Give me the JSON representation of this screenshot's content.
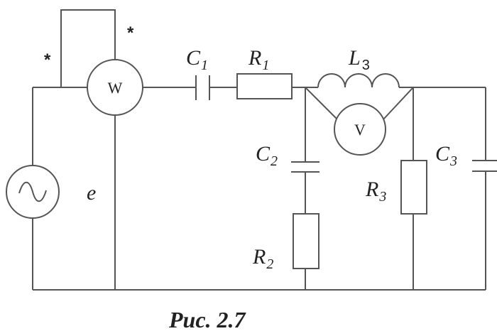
{
  "labels": {
    "C1": {
      "letter": "C",
      "sub": "1"
    },
    "R1": {
      "letter": "R",
      "sub": "1"
    },
    "L3": {
      "letter": "L",
      "sub": "3"
    },
    "C2": {
      "letter": "C",
      "sub": "2"
    },
    "C3": {
      "letter": "C",
      "sub": "3"
    },
    "R3": {
      "letter": "R",
      "sub": "3"
    },
    "R2": {
      "letter": "R",
      "sub": "2"
    },
    "e": "e"
  },
  "meters": {
    "wattmeter": "W",
    "voltmeter": "V"
  },
  "stars": [
    "*",
    "*"
  ],
  "caption": "Рис. 2.7"
}
